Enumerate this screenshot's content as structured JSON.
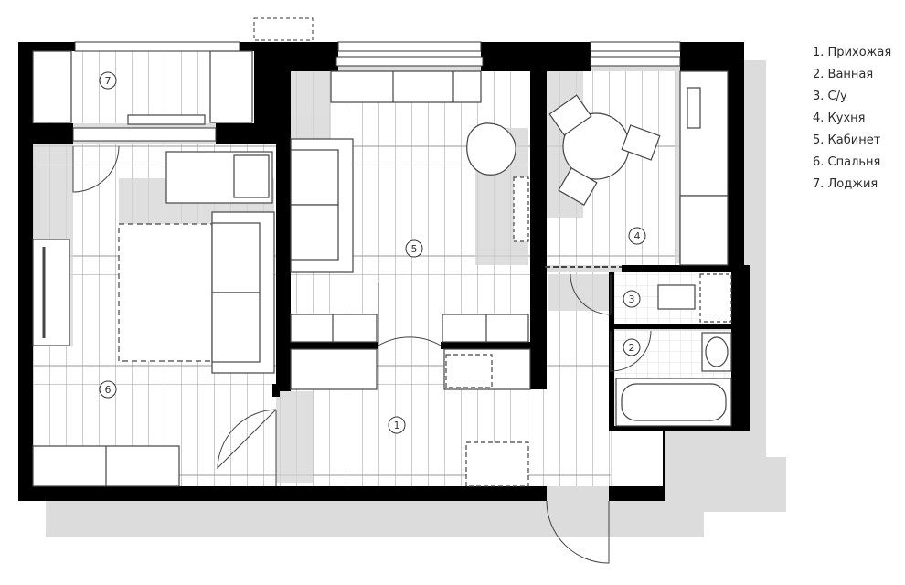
{
  "legend": {
    "items": [
      "1. Прихожая",
      "2. Ванная",
      "3. С/у",
      "4. Кухня",
      "5. Кабинет",
      "6. Спальня",
      "7. Лоджия"
    ]
  },
  "room_markers": {
    "hall": "1",
    "bathroom": "2",
    "wc": "3",
    "kitchen": "4",
    "study": "5",
    "bedroom": "6",
    "loggia": "7"
  },
  "colors": {
    "wall": "#000000",
    "shadow": "#d9d9d9",
    "floor": "#ffffff",
    "floor_lines": "#8a8a8a",
    "furniture": "#444444",
    "text": "#2b2b2b"
  }
}
